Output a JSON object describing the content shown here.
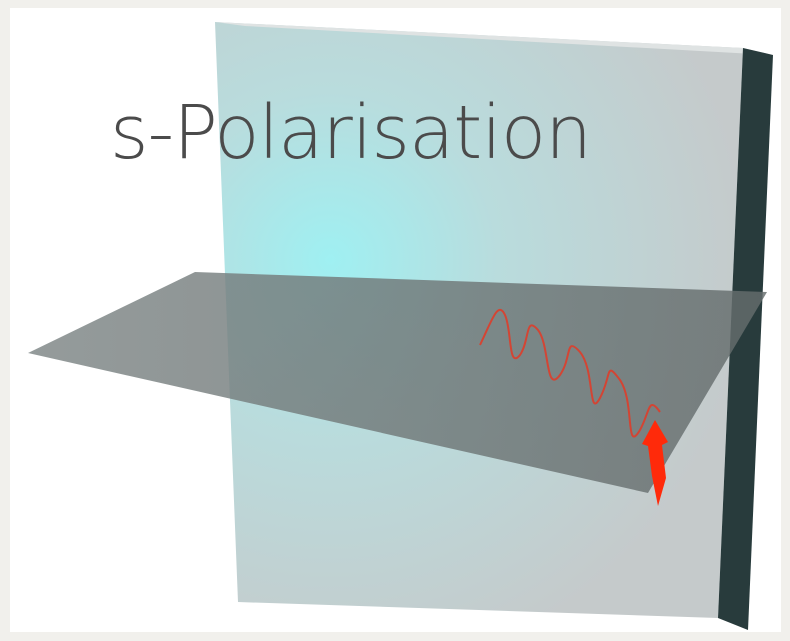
{
  "slide": {
    "title": "s-Polarisation"
  },
  "colors": {
    "page_background": "#f1f0ec",
    "slide_background": "#ffffff",
    "title_text": "#4b4b4b",
    "glass_highlight": "#9ff0f2",
    "glass_edge": "#283b3c",
    "plane_of_incidence": "#6b7373",
    "wave": "#e33a26",
    "field_arrow": "#ff2a0a"
  },
  "icons": {
    "wave": "sine-wave",
    "field_vector": "arrow-pointing-out-of-plane"
  }
}
